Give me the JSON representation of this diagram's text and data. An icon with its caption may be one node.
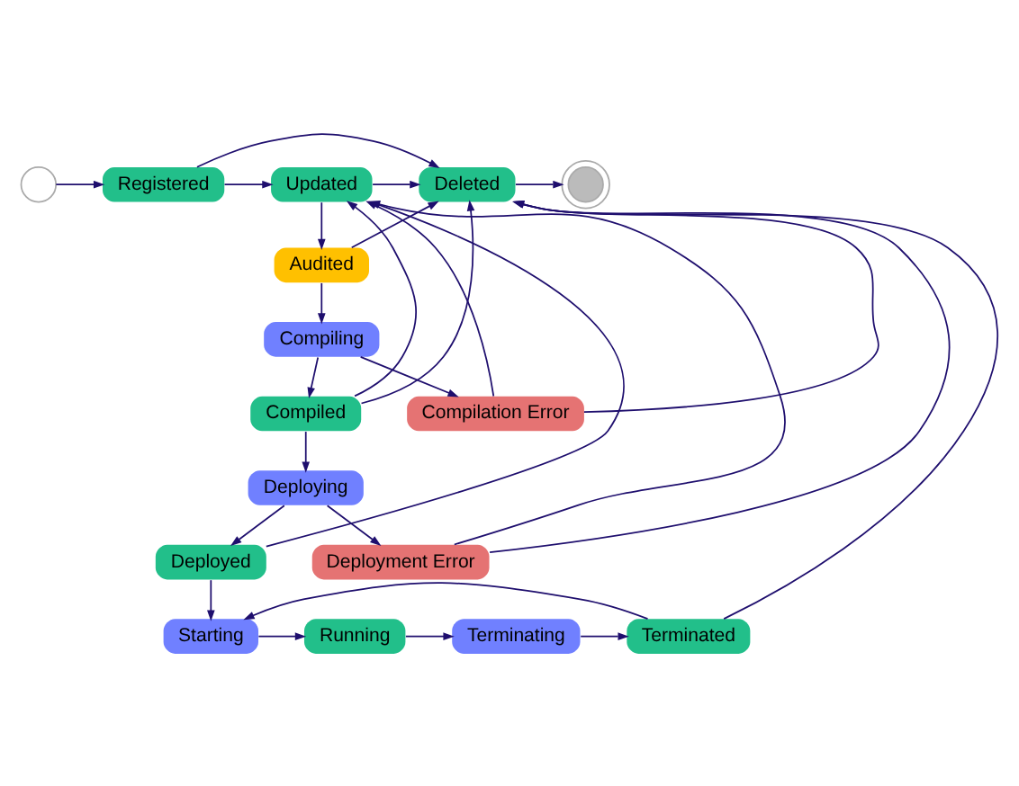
{
  "diagram": {
    "nodes": [
      {
        "text": [],
        "shape": "circle"
      },
      {
        "text": [
          "Registered"
        ]
      },
      {
        "text": [
          "Updated"
        ]
      },
      {
        "text": [
          "Deleted"
        ]
      },
      {
        "text": [],
        "shape": "circle"
      },
      {
        "text": [
          "Audited"
        ]
      },
      {
        "text": [
          "Compiling"
        ]
      },
      {
        "text": [
          "Compiled"
        ]
      },
      {
        "text": [
          "Compilation Error"
        ]
      },
      {
        "text": [
          "Deploying"
        ]
      },
      {
        "text": [
          "Deployed"
        ]
      },
      {
        "text": [
          "Deployment Error"
        ]
      },
      {
        "text": [
          "Starting"
        ]
      },
      {
        "text": [
          "Running"
        ]
      },
      {
        "text": [
          "Terminating"
        ]
      },
      {
        "text": [
          "Terminated"
        ]
      }
    ],
    "edges": [
      {
        "from": 0,
        "to": 1,
        "arrow": "to"
      },
      {
        "from": 1,
        "to": 2,
        "arrow": "to"
      },
      {
        "from": 2,
        "to": 3,
        "arrow": "to"
      },
      {
        "from": 3,
        "to": 4,
        "arrow": "to"
      },
      {
        "from": 1,
        "to": 3,
        "arrow": "to"
      },
      {
        "from": 2,
        "to": 5,
        "arrow": "to"
      },
      {
        "from": 5,
        "to": 3,
        "arrow": "to"
      },
      {
        "from": 5,
        "to": 6,
        "arrow": "to"
      },
      {
        "from": 6,
        "to": 7,
        "arrow": "to"
      },
      {
        "from": 6,
        "to": 8,
        "arrow": "to"
      },
      {
        "from": 7,
        "to": 2,
        "arrow": "to"
      },
      {
        "from": 7,
        "to": 3,
        "arrow": "to"
      },
      {
        "from": 8,
        "to": 3,
        "arrow": "to"
      },
      {
        "from": 8,
        "to": 2,
        "arrow": "to"
      },
      {
        "from": 7,
        "to": 9,
        "arrow": "to"
      },
      {
        "from": 9,
        "to": 10,
        "arrow": "to"
      },
      {
        "from": 9,
        "to": 11,
        "arrow": "to"
      },
      {
        "from": 10,
        "to": 2,
        "arrow": "to"
      },
      {
        "from": 11,
        "to": 2,
        "arrow": "to"
      },
      {
        "from": 11,
        "to": 3,
        "arrow": "to"
      },
      {
        "from": 10,
        "to": 12,
        "arrow": "to"
      },
      {
        "from": 12,
        "to": 13,
        "arrow": "to"
      },
      {
        "from": 13,
        "to": 14,
        "arrow": "to"
      },
      {
        "from": 14,
        "to": 15,
        "arrow": "to"
      },
      {
        "from": 15,
        "to": 12,
        "arrow": "to"
      },
      {
        "from": 15,
        "to": 3,
        "arrow": "to"
      }
    ]
  }
}
